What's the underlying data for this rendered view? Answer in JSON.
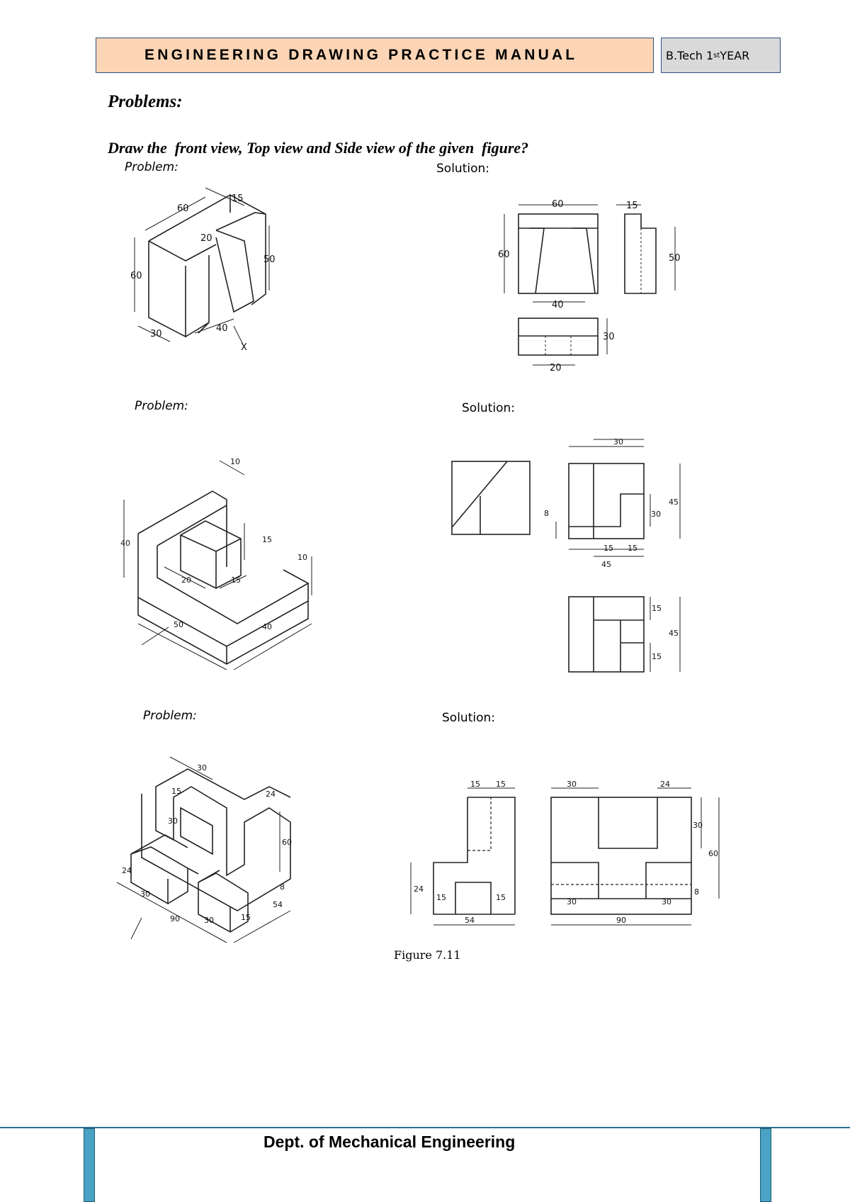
{
  "header": {
    "title": "ENGINEERING DRAWING PRACTICE MANUAL",
    "year_prefix": "B.Tech 1",
    "year_sup": "st",
    "year_suffix": " YEAR"
  },
  "heading": "Problems:",
  "instruction": "Draw the  front view, Top view and Side view of the given  figure?",
  "labels": {
    "problem": "Problem:",
    "solution": "Solution:"
  },
  "dimensions": {
    "p1_iso": [
      "60",
      "15",
      "20",
      "50",
      "60",
      "30",
      "40",
      "X"
    ],
    "p1_sol": [
      "60",
      "15",
      "60",
      "50",
      "40",
      "30",
      "20"
    ],
    "p2_iso": [
      "10",
      "40",
      "15",
      "10",
      "20",
      "15",
      "50",
      "40"
    ],
    "p2_sol": [
      "30",
      "45",
      "30",
      "8",
      "15",
      "15",
      "45",
      "15",
      "45",
      "15"
    ],
    "p3_iso": [
      "30",
      "15",
      "24",
      "30",
      "60",
      "24",
      "30",
      "90",
      "30",
      "15",
      "8",
      "54"
    ],
    "p3_sol": [
      "15",
      "15",
      "24",
      "15",
      "15",
      "54",
      "30",
      "24",
      "30",
      "60",
      "8",
      "30",
      "30",
      "90"
    ]
  },
  "caption": "Figure 7.11",
  "footer": "Dept. of Mechanical Engineering"
}
